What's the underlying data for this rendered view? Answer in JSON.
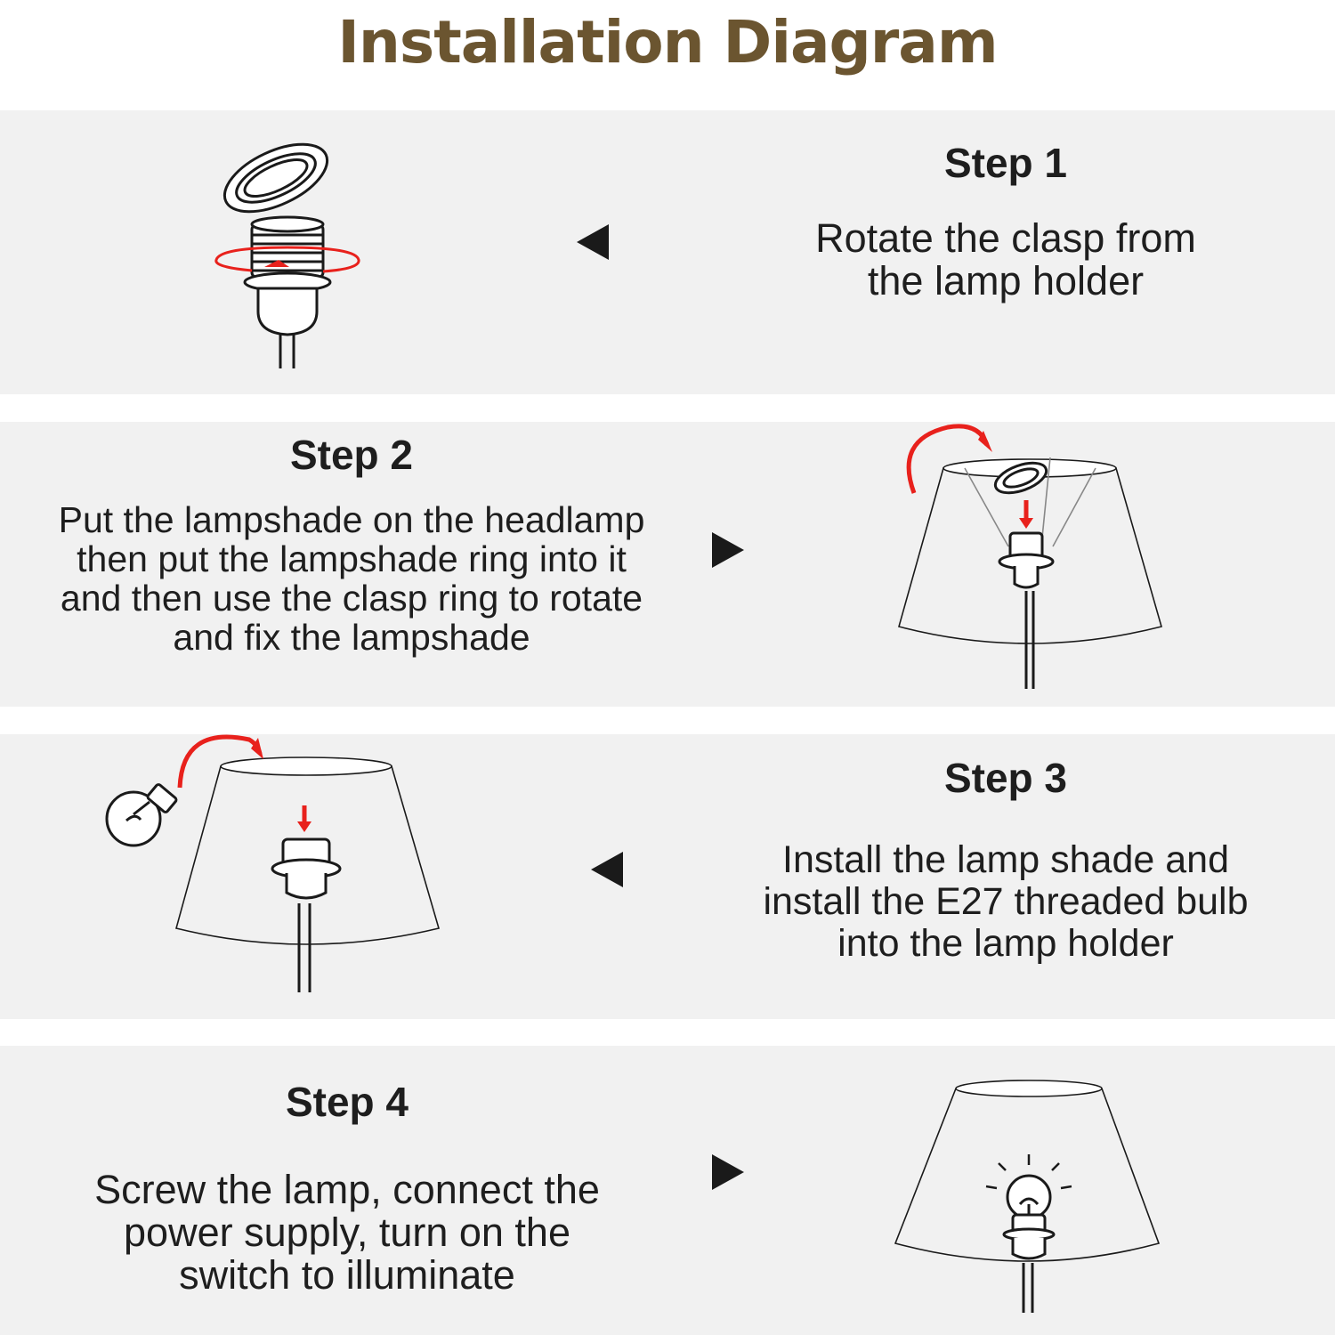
{
  "title": "Installation Diagram",
  "steps": [
    {
      "title": "Step 1",
      "lines": [
        "Rotate the clasp from",
        "the lamp holder"
      ],
      "arrow": "left"
    },
    {
      "title": "Step 2",
      "lines": [
        "Put the lampshade on the headlamp",
        "then put the lampshade ring into it",
        "and then use the clasp ring to rotate",
        "and fix the lampshade"
      ],
      "arrow": "right"
    },
    {
      "title": "Step 3",
      "lines": [
        "Install the lamp shade and",
        "install the E27 threaded bulb",
        "into the lamp holder"
      ],
      "arrow": "left"
    },
    {
      "title": "Step 4",
      "lines": [
        "Screw the lamp, connect the",
        "power supply, turn on the",
        "switch to illuminate"
      ],
      "arrow": "right"
    }
  ],
  "colors": {
    "title": "#6b5530",
    "panel": "#f1f1f1",
    "accent": "#e8211c",
    "text": "#1e1e1e"
  }
}
